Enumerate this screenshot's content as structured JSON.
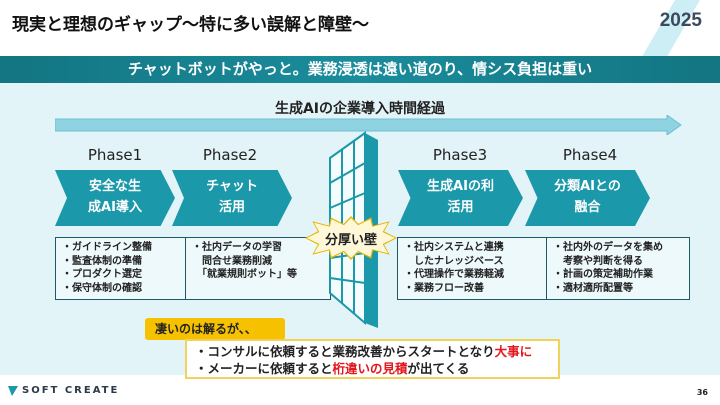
{
  "header": {
    "title": "現実と理想のギャップ〜特に多い誤解と障壁〜",
    "year": "2025"
  },
  "banner": "チャットボットがやっと。業務浸透は遠い道のり、情シス負担は重い",
  "timeline": {
    "title": "生成AIの企業導入時間経過"
  },
  "phases": [
    {
      "label": "Phase1",
      "stage_line1": "安全な生",
      "stage_line2": "成AI導入",
      "details": "・ガイドライン整備\n・監査体制の準備\n・プロダクト選定\n・保守体制の確認"
    },
    {
      "label": "Phase2",
      "stage_line1": "チャット",
      "stage_line2": "活用",
      "details": "・社内データの学習\n　問合せ業務削減\n　「就業規則ボット」等"
    },
    {
      "label": "Phase3",
      "stage_line1": "生成AIの利",
      "stage_line2": "活用",
      "details": "・社内システムと連携\n　したナレッジベース\n・代理操作で業務軽減\n・業務フロー改善"
    },
    {
      "label": "Phase4",
      "stage_line1": "分類AIとの",
      "stage_line2": "融合",
      "details": "・社内外のデータを集め\n　考察や判断を得る\n・計画の策定補助作業\n・適材適所配置等"
    }
  ],
  "wall": {
    "label": "分厚い壁"
  },
  "callout": {
    "tag": "凄いのは解るが、、",
    "line1_prefix": "・コンサルに依頼すると業務改善からスタートとなり",
    "line1_emphasis": "大事に",
    "line2_prefix": "・メーカーに依頼すると",
    "line2_emphasis": "桁違いの見積",
    "line2_suffix": "が出てくる"
  },
  "footer": {
    "logo": "SOFT CREATE",
    "page": "36"
  },
  "colors": {
    "teal": "#1b98a9",
    "band": "#137581",
    "yellow": "#f6c200",
    "red": "#e3161c"
  }
}
